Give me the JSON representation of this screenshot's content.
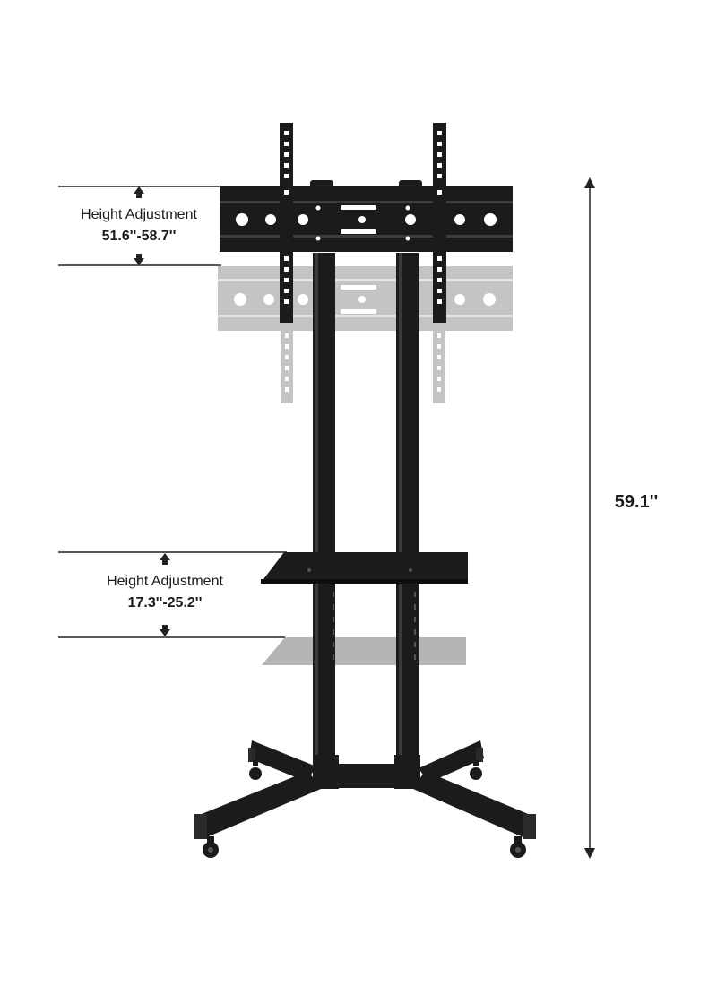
{
  "top_adjustment": {
    "title": "Height Adjustment",
    "range": "51.6''-58.7''"
  },
  "shelf_adjustment": {
    "title": "Height Adjustment",
    "range": "17.3''-25.2''"
  },
  "total_height": "59.1''",
  "colors": {
    "stand": "#1b1b1b",
    "ghost": "#c4c4c4",
    "ghost_shelf": "#b4b4b4",
    "line": "#222222"
  }
}
